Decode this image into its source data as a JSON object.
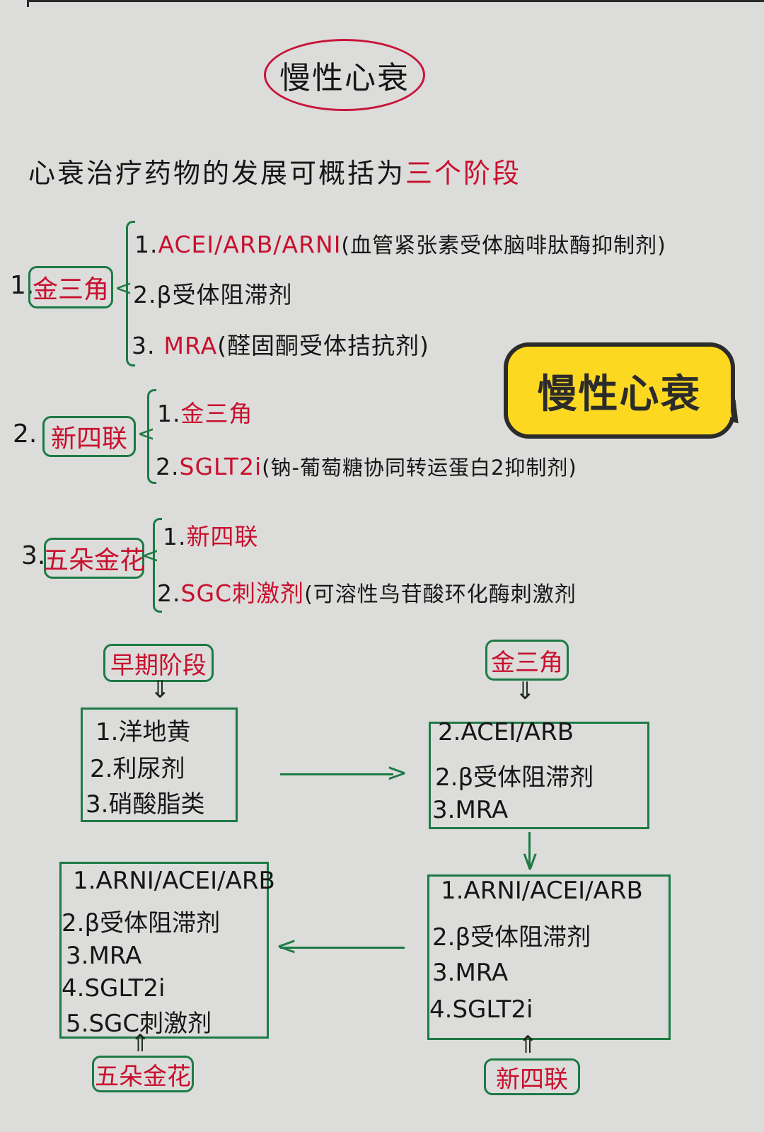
{
  "title": "慢性心衰",
  "intro": {
    "text": "心衰治疗药物的发展可概括为",
    "highlight": "三个阶段"
  },
  "bubble": {
    "text": "慢性心衰",
    "color": "#fcd820"
  },
  "colors": {
    "ink": "#161616",
    "red": "#c8102e",
    "green": "#1d7a45",
    "paper": "#dcdcda"
  },
  "stages": [
    {
      "num": "1.",
      "name": "金三角",
      "items": [
        {
          "num": "1.",
          "highlight": "ACEI/ARB/ARNI",
          "note": "(血管紧张素受体脑啡肽酶抑制剂)"
        },
        {
          "num": "2.",
          "highlight": "",
          "note": "β受体阻滞剂"
        },
        {
          "num": "3.",
          "highlight": "MRA",
          "note": "(醛固酮受体拮抗剂)"
        }
      ]
    },
    {
      "num": "2.",
      "name": "新四联",
      "items": [
        {
          "num": "1.",
          "highlight": "金三角",
          "note": ""
        },
        {
          "num": "2.",
          "highlight": "SGLT2i",
          "note": "(钠-葡萄糖协同转运蛋白2抑制剂)"
        }
      ]
    },
    {
      "num": "3.",
      "name": "五朵金花",
      "items": [
        {
          "num": "1.",
          "highlight": "新四联",
          "note": ""
        },
        {
          "num": "2.",
          "highlight": "SGC刺激剂",
          "note": "(可溶性鸟苷酸环化酶刺激剂"
        }
      ]
    }
  ],
  "flow": {
    "early": {
      "tag": "早期阶段",
      "items": [
        "1.洋地黄",
        "2.利尿剂",
        "3.硝酸脂类"
      ]
    },
    "golden_triangle": {
      "tag": "金三角",
      "items": [
        "2.ACEI/ARB",
        "2.β受体阻滞剂",
        "3.MRA"
      ]
    },
    "new_quadruple": {
      "tag": "新四联",
      "items": [
        "1.ARNI/ACEI/ARB",
        "2.β受体阻滞剂",
        "3.MRA",
        "4.SGLT2i"
      ]
    },
    "five_flowers": {
      "tag": "五朵金花",
      "items": [
        "1.ARNI/ACEI/ARB",
        "2.β受体阻滞剂",
        "3.MRA",
        "4.SGLT2i",
        "5.SGC刺激剂"
      ]
    },
    "arrows": {
      "down_double": "⇓",
      "up_double": "⇑"
    }
  }
}
